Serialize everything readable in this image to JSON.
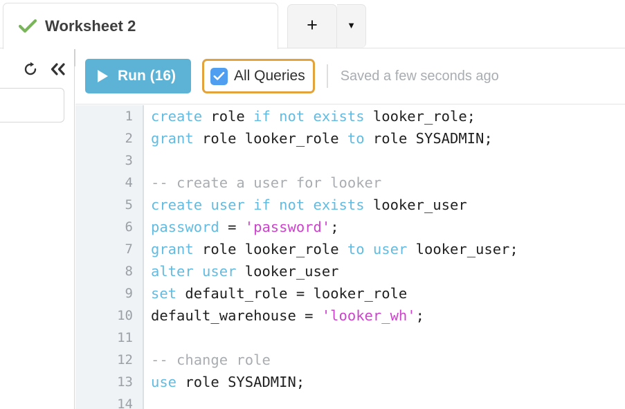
{
  "tabbar": {
    "active_tab": {
      "label": "Worksheet 2",
      "status_icon": "check-icon",
      "status_color": "#7ab55c"
    },
    "new_tab_label": "+",
    "new_tab_dropdown_label": "▼"
  },
  "left_rail": {
    "refresh_icon": "refresh-icon",
    "collapse_icon": "double-chevron-left-icon",
    "search_value": "",
    "search_placeholder": ""
  },
  "toolbar": {
    "run_label": "Run (16)",
    "run_icon": "play-icon",
    "run_color": "#5cb3d6",
    "all_queries_label": "All Queries",
    "all_queries_checked": true,
    "all_queries_focus_color": "#e3a33c",
    "checkbox_color": "#4f9ef0",
    "saved_text": "Saved a few seconds ago"
  },
  "editor": {
    "line_numbers": [
      "1",
      "2",
      "3",
      "4",
      "5",
      "6",
      "7",
      "8",
      "9",
      "10",
      "11",
      "12",
      "13",
      "14"
    ],
    "lines": [
      {
        "n": "1",
        "tokens": [
          {
            "t": "create",
            "c": "kw"
          },
          {
            "t": " role ",
            "c": "pl"
          },
          {
            "t": "if not exists",
            "c": "kw"
          },
          {
            "t": " looker_role;",
            "c": "pl"
          }
        ]
      },
      {
        "n": "2",
        "tokens": [
          {
            "t": "grant",
            "c": "kw"
          },
          {
            "t": " role looker_role ",
            "c": "pl"
          },
          {
            "t": "to",
            "c": "kw"
          },
          {
            "t": " role SYSADMIN;",
            "c": "pl"
          }
        ]
      },
      {
        "n": "3",
        "tokens": [
          {
            "t": "",
            "c": "pl"
          }
        ]
      },
      {
        "n": "4",
        "tokens": [
          {
            "t": "-- create a user for looker",
            "c": "cm"
          }
        ]
      },
      {
        "n": "5",
        "tokens": [
          {
            "t": "create user if not exists",
            "c": "kw"
          },
          {
            "t": " looker_user",
            "c": "pl"
          }
        ]
      },
      {
        "n": "6",
        "tokens": [
          {
            "t": "password",
            "c": "kw"
          },
          {
            "t": " = ",
            "c": "pl"
          },
          {
            "t": "'password'",
            "c": "str"
          },
          {
            "t": ";",
            "c": "pl"
          }
        ]
      },
      {
        "n": "7",
        "tokens": [
          {
            "t": "grant",
            "c": "kw"
          },
          {
            "t": " role looker_role ",
            "c": "pl"
          },
          {
            "t": "to user",
            "c": "kw"
          },
          {
            "t": " looker_user;",
            "c": "pl"
          }
        ]
      },
      {
        "n": "8",
        "tokens": [
          {
            "t": "alter user",
            "c": "kw"
          },
          {
            "t": " looker_user",
            "c": "pl"
          }
        ]
      },
      {
        "n": "9",
        "tokens": [
          {
            "t": "set",
            "c": "kw"
          },
          {
            "t": " default_role = looker_role",
            "c": "pl"
          }
        ]
      },
      {
        "n": "10",
        "tokens": [
          {
            "t": "default_warehouse = ",
            "c": "pl"
          },
          {
            "t": "'looker_wh'",
            "c": "str"
          },
          {
            "t": ";",
            "c": "pl"
          }
        ]
      },
      {
        "n": "11",
        "tokens": [
          {
            "t": "",
            "c": "pl"
          }
        ]
      },
      {
        "n": "12",
        "tokens": [
          {
            "t": "-- change role",
            "c": "cm"
          }
        ]
      },
      {
        "n": "13",
        "tokens": [
          {
            "t": "use",
            "c": "kw"
          },
          {
            "t": " role SYSADMIN;",
            "c": "pl"
          }
        ]
      },
      {
        "n": "14",
        "tokens": [
          {
            "t": "",
            "c": "pl"
          }
        ]
      }
    ],
    "colors": {
      "keyword": "#62bbe0",
      "comment": "#a9adb1",
      "string": "#cc44cc",
      "plain": "#1f1f1f",
      "gutter_bg": "#eff3f6",
      "gutter_text": "#9aa0a6"
    }
  }
}
